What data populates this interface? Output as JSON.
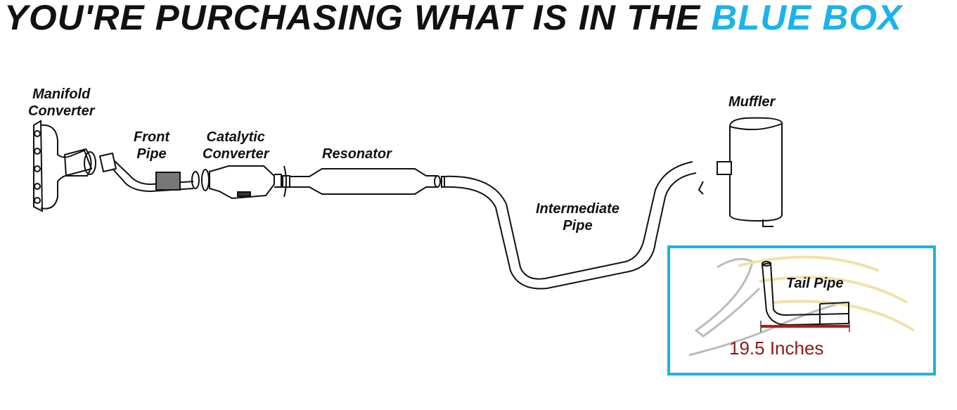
{
  "title": {
    "main": "YOU'RE PURCHASING WHAT IS IN THE",
    "highlight": "BLUE BOX"
  },
  "colors": {
    "highlight": "#1ab3ec",
    "box_border": "#1db4e0",
    "measure": "#8b1a1a"
  },
  "labels": {
    "manifold": [
      "Manifold",
      "Converter"
    ],
    "front_pipe": [
      "Front",
      "Pipe"
    ],
    "catalytic": [
      "Catalytic",
      "Converter"
    ],
    "resonator": "Resonator",
    "intermediate": [
      "Intermediate",
      "Pipe"
    ],
    "muffler": "Muffler",
    "tail_pipe": "Tail Pipe"
  },
  "measurement": "19.5 Inches"
}
